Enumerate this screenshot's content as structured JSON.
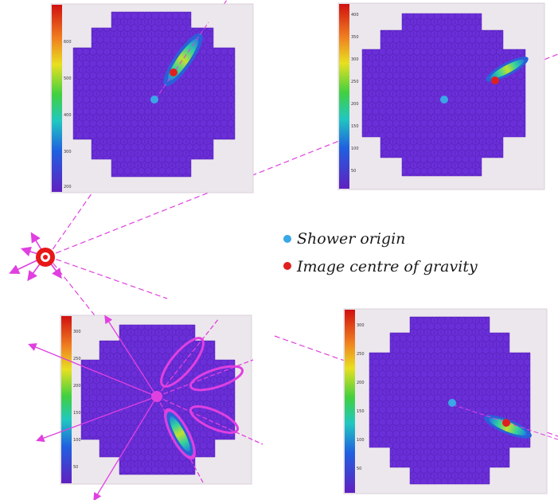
{
  "legend": {
    "shower_origin": "Shower origin",
    "image_cog": "Image centre of gravity"
  },
  "colors": {
    "camera_pixel": "#6b2fd9",
    "panel_bg": "#ece7ec",
    "shower_axis": "#e040e0",
    "origin_marker": "#3aa7e6",
    "cog_marker": "#e02020"
  },
  "icons": {
    "impact_point": "impact-point-icon",
    "shower_origin": "shower-origin-icon",
    "cog": "cog-icon"
  },
  "panels": [
    {
      "id": "top-left",
      "colorscale_ticks": [
        "600",
        "500",
        "400",
        "300",
        "200"
      ]
    },
    {
      "id": "top-right",
      "colorscale_ticks": [
        "400",
        "350",
        "300",
        "250",
        "200",
        "150",
        "100",
        "50"
      ]
    },
    {
      "id": "bottom-left",
      "colorscale_ticks": [
        "300",
        "250",
        "200",
        "150",
        "100",
        "50"
      ]
    },
    {
      "id": "bottom-right",
      "colorscale_ticks": [
        "300",
        "250",
        "200",
        "150",
        "100",
        "50"
      ]
    }
  ]
}
